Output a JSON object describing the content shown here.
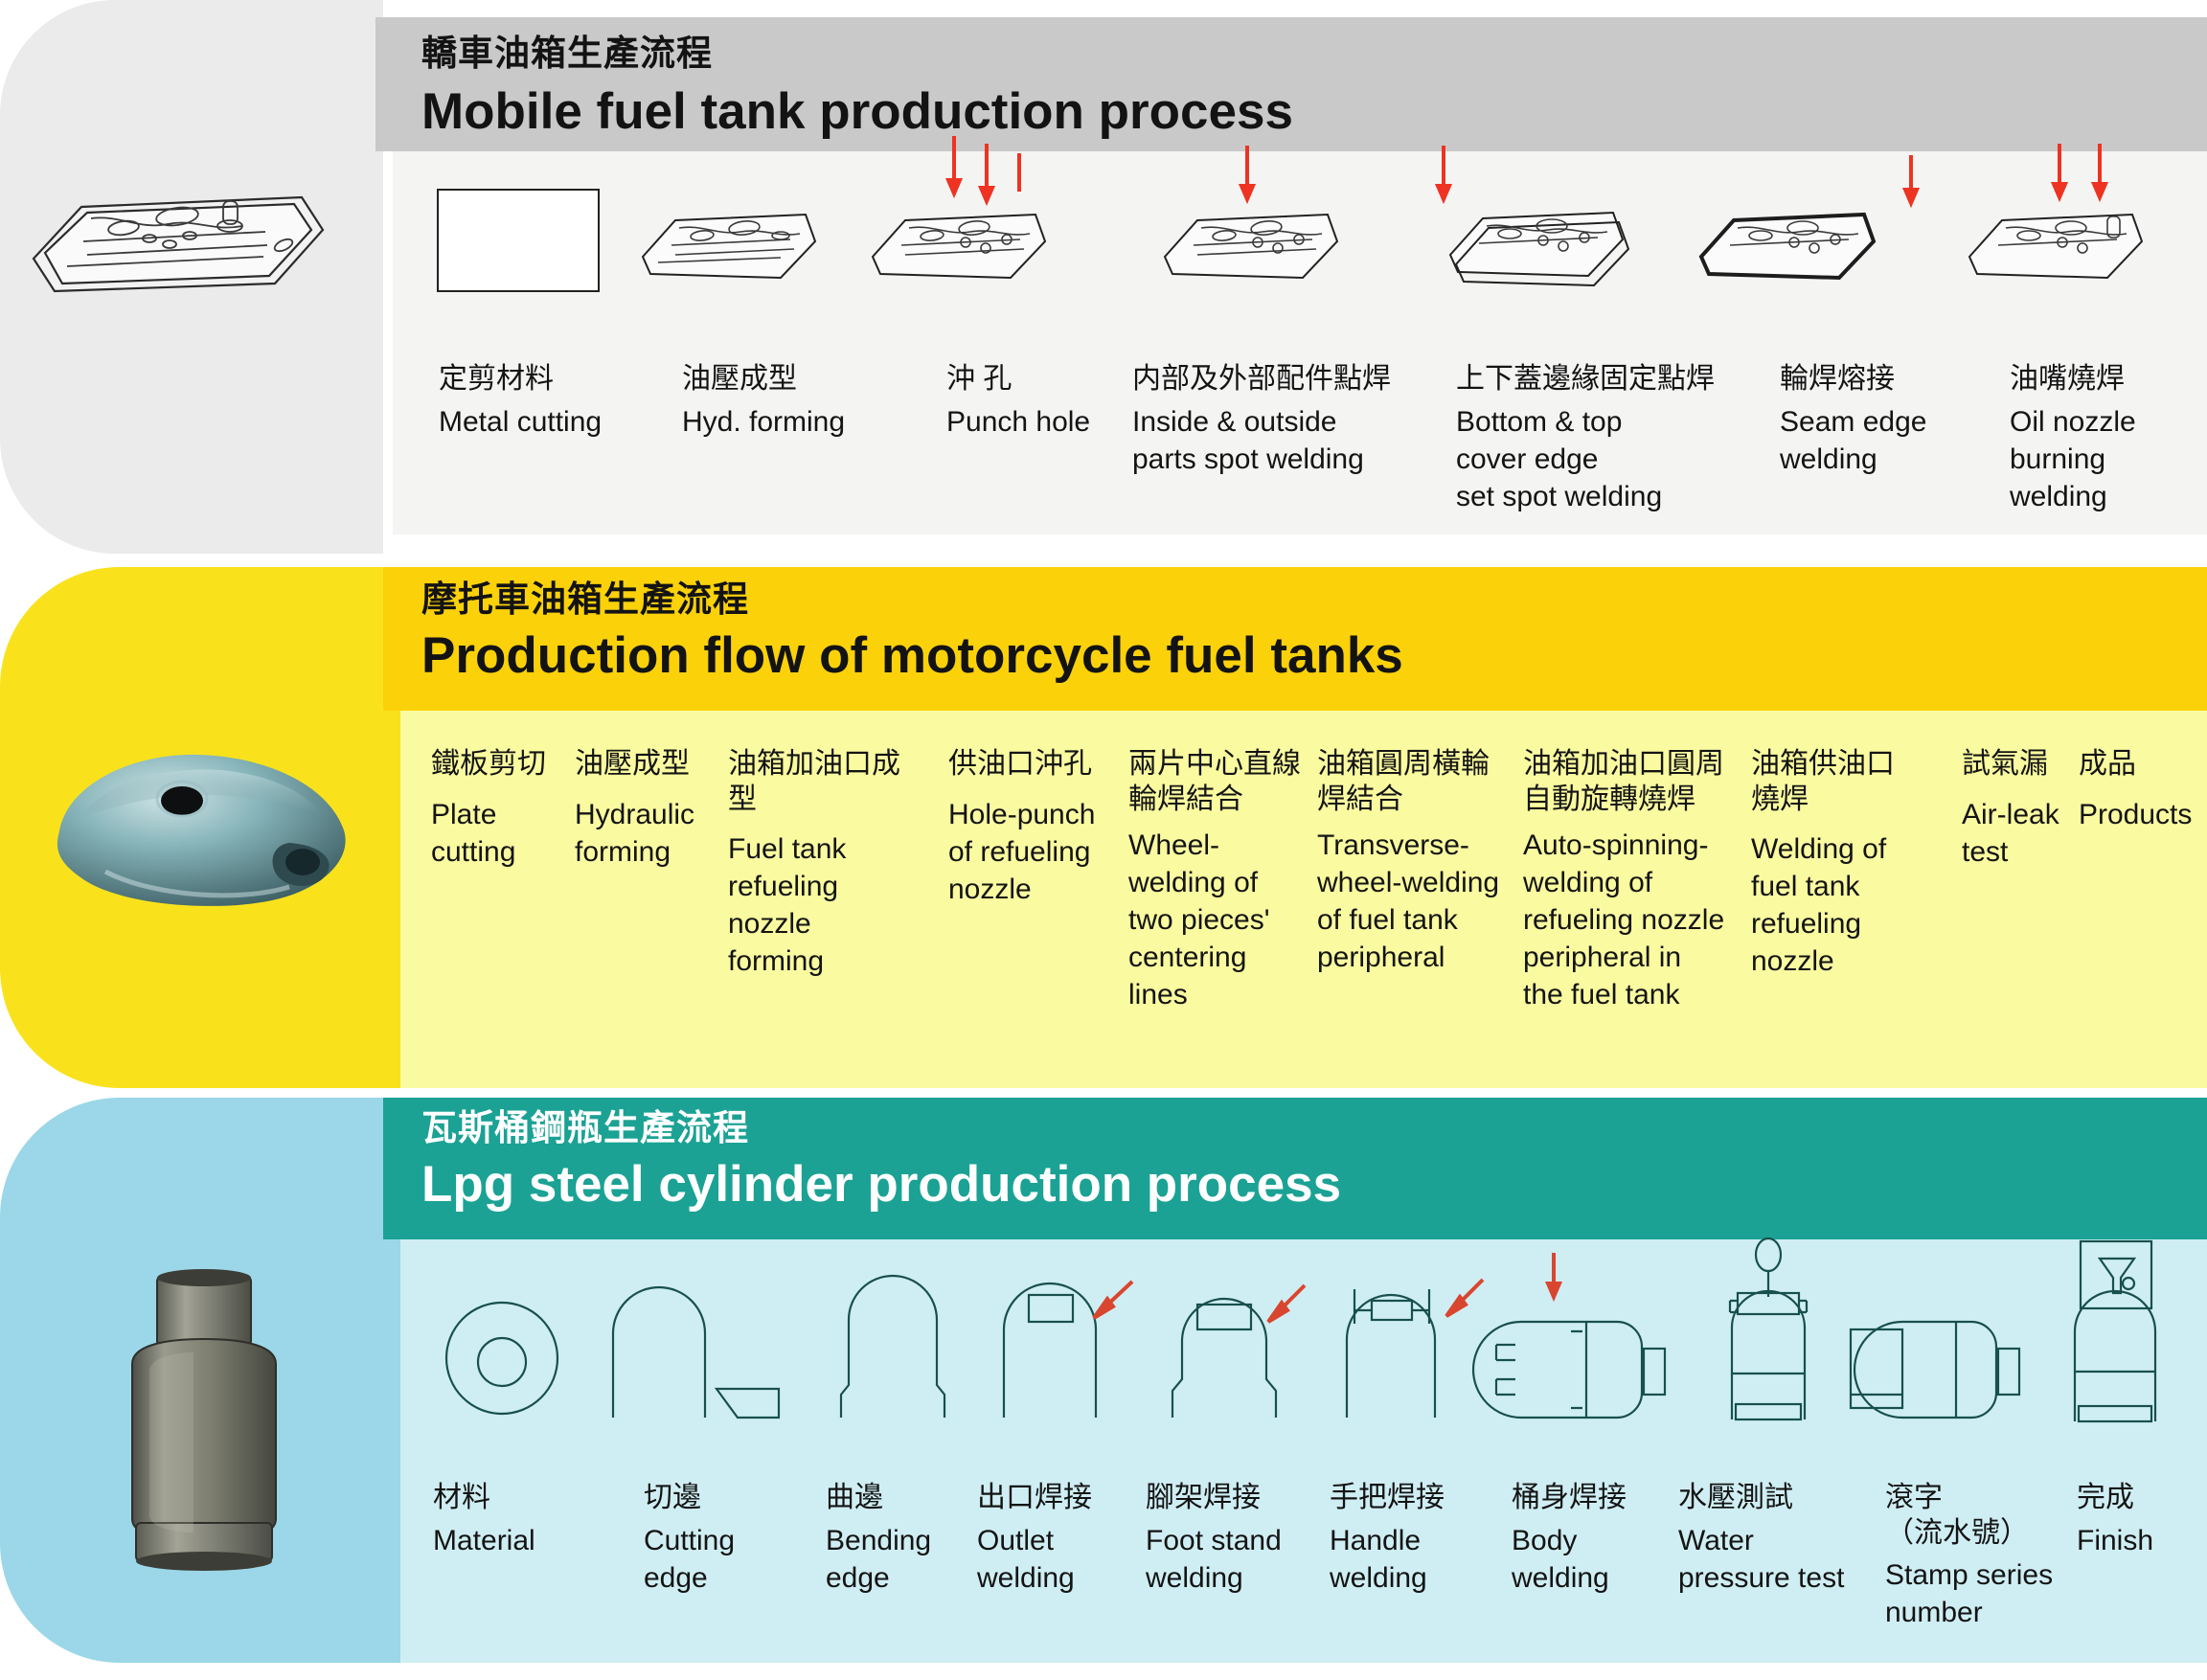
{
  "sections": [
    {
      "id": "car-fuel-tank",
      "title_zh": "轎車油箱生產流程",
      "title_en": "Mobile fuel tank production process",
      "accent": "#c9c9c9",
      "panel": "#ebebeb",
      "body": "#f4f4f3",
      "photo_alt": "car fuel tank line drawing",
      "steps": [
        {
          "zh": "定剪材料",
          "en": "Metal cutting",
          "icon": "blank-sheet-icon"
        },
        {
          "zh": "油壓成型",
          "en": "Hyd.  forming",
          "icon": "formed-tank-icon"
        },
        {
          "zh": "沖 孔",
          "en": "Punch hole",
          "icon": "punched-tank-icon"
        },
        {
          "zh": "内部及外部配件點焊",
          "en": "Inside & outside\nparts spot welding",
          "icon": "spot-weld-tank-icon"
        },
        {
          "zh": "上下蓋邊緣固定點焊",
          "en": "Bottom & top\ncover edge\nset spot welding",
          "icon": "cover-edge-tank-icon"
        },
        {
          "zh": "輪焊熔接",
          "en": "Seam edge\nwelding",
          "icon": "seam-weld-tank-icon"
        },
        {
          "zh": "油嘴燒焊",
          "en": "Oil nozzle\nburning\nwelding",
          "icon": "nozzle-weld-tank-icon"
        }
      ]
    },
    {
      "id": "motorcycle-fuel-tank",
      "title_zh": "摩托車油箱生產流程",
      "title_en": "Production flow of motorcycle fuel tanks",
      "accent": "#fbd10a",
      "panel": "#f9e21c",
      "body": "#fafaa0",
      "photo_alt": "motorcycle fuel tank photo",
      "steps": [
        {
          "zh": "鐵板剪切",
          "en": "Plate\ncutting"
        },
        {
          "zh": "油壓成型",
          "en": "Hydraulic\nforming"
        },
        {
          "zh": "油箱加油口成型",
          "en": "Fuel tank\nrefueling\nnozzle\nforming"
        },
        {
          "zh": "供油口沖孔",
          "en": "Hole-punch\nof refueling\nnozzle"
        },
        {
          "zh": "兩片中心直線\n輪焊結合",
          "en": "Wheel-\nwelding of\ntwo pieces'\ncentering\nlines"
        },
        {
          "zh": "油箱圓周橫輪\n焊結合",
          "en": "Transverse-\nwheel-welding\nof fuel tank\nperipheral"
        },
        {
          "zh": "油箱加油口圓周\n自動旋轉燒焊",
          "en": "Auto-spinning-\nwelding of\nrefueling nozzle\nperipheral in\nthe fuel tank"
        },
        {
          "zh": "油箱供油口燒焊",
          "en": "Welding of\nfuel tank\nrefueling\nnozzle"
        },
        {
          "zh": "試氣漏",
          "en": "Air-leak\ntest"
        },
        {
          "zh": "成品",
          "en": "Products"
        }
      ]
    },
    {
      "id": "lpg-steel-cylinder",
      "title_zh": "瓦斯桶鋼瓶生產流程",
      "title_en": "Lpg steel cylinder production process",
      "accent": "#1ba294",
      "panel": "#9bd7e8",
      "body": "#cfeef3",
      "photo_alt": "lpg steel cylinder photo",
      "steps": [
        {
          "zh": "材料",
          "en": "Material",
          "icon": "disc-blank-icon"
        },
        {
          "zh": "切邊",
          "en": "Cutting\nedge",
          "icon": "dome-trim-icon"
        },
        {
          "zh": "曲邊",
          "en": "Bending\nedge",
          "icon": "dome-flare-icon"
        },
        {
          "zh": "出口焊接",
          "en": "Outlet\nwelding",
          "icon": "outlet-weld-icon"
        },
        {
          "zh": "腳架焊接",
          "en": "Foot stand\nwelding",
          "icon": "foot-stand-weld-icon"
        },
        {
          "zh": "手把焊接",
          "en": "Handle\nwelding",
          "icon": "handle-weld-icon"
        },
        {
          "zh": "桶身焊接",
          "en": "Body\nwelding",
          "icon": "body-weld-icon"
        },
        {
          "zh": "水壓測試",
          "en": "Water\npressure test",
          "icon": "water-pressure-test-icon"
        },
        {
          "zh": "滾字\n（流水號）",
          "en": "Stamp series\nnumber",
          "icon": "stamp-series-icon"
        },
        {
          "zh": "完成",
          "en": "Finish",
          "icon": "finished-cylinder-icon"
        }
      ]
    }
  ]
}
